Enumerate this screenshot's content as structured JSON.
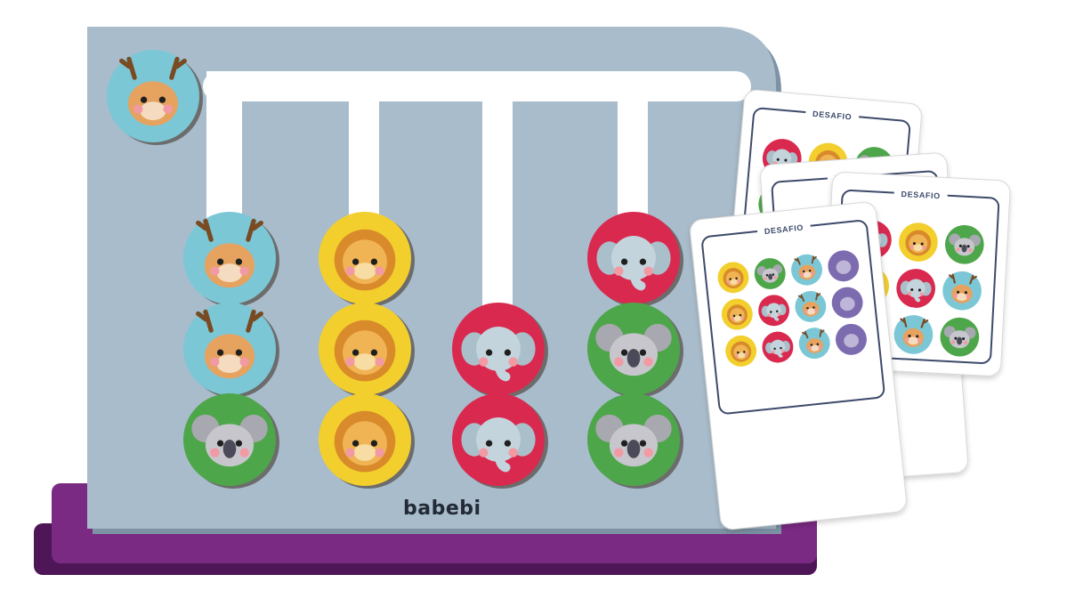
{
  "product": {
    "brand_label": "babebi",
    "card_title": "DESAFIO"
  },
  "colors": {
    "board": "#a9bccb",
    "board_shadow": "#7d93a5",
    "track": "#ffffff",
    "base": "#7b2a83",
    "base_edge": "#4e1657",
    "card_bg": "#ffffff",
    "card_frame": "#3d4a6b",
    "deer": "#7cc7d6",
    "lion": "#f2cf2d",
    "elephant": "#d9294f",
    "koala": "#4ea64a",
    "purple_chip": "#7d6bb0"
  },
  "tokens": {
    "held": "deer",
    "columns": [
      [
        "deer",
        "deer",
        "koala"
      ],
      [
        "lion",
        "lion",
        "lion"
      ],
      [
        "elephant",
        "elephant"
      ],
      [
        "elephant",
        "koala",
        "koala"
      ]
    ]
  },
  "cards": [
    {
      "name": "back-card-1",
      "grid": [
        [
          "elephant",
          "lion",
          "koala"
        ],
        [
          "koala",
          "deer",
          "lion"
        ],
        [
          "deer",
          "koala",
          "elephant"
        ]
      ]
    },
    {
      "name": "back-card-2",
      "grid": [
        [
          "lion",
          "deer",
          "koala"
        ],
        [
          "koala",
          "elephant",
          "deer"
        ],
        [
          "lion",
          "koala",
          "elephant"
        ]
      ]
    },
    {
      "name": "back-card-3",
      "grid": [
        [
          "elephant",
          "lion",
          "koala"
        ],
        [
          "lion",
          "elephant",
          "deer"
        ],
        [
          "lion",
          "deer",
          "koala"
        ]
      ]
    },
    {
      "name": "front-card",
      "grid": [
        [
          "lion",
          "koala",
          "deer",
          "purple"
        ],
        [
          "lion",
          "elephant",
          "deer",
          "purple"
        ],
        [
          "lion",
          "elephant",
          "deer",
          "purple"
        ]
      ]
    }
  ]
}
